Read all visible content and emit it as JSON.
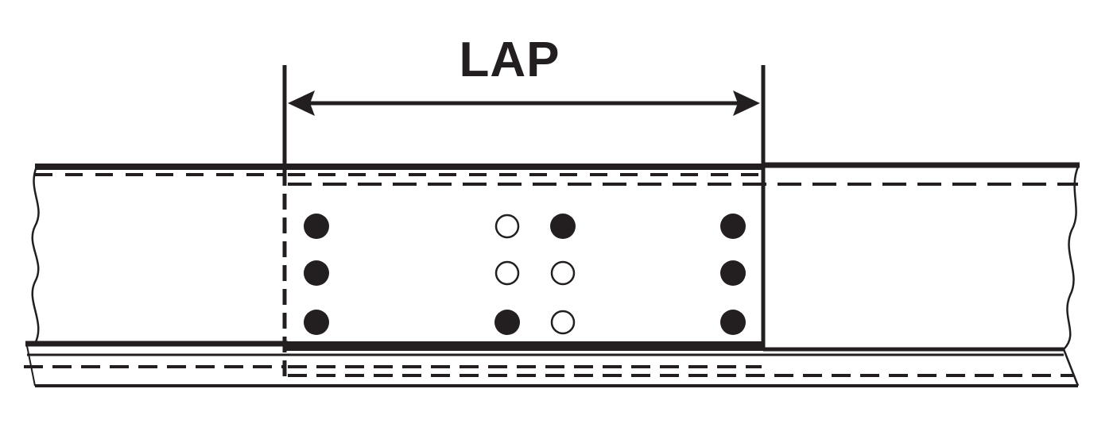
{
  "diagram": {
    "dimension_label": "LAP",
    "colors": {
      "line": "#231f20",
      "background": "#ffffff"
    },
    "bolt_rows": 3,
    "bolts_per_row": [
      [
        "filled",
        "hollow",
        "filled",
        "filled"
      ],
      [
        "filled",
        "hollow",
        "hollow",
        "filled"
      ],
      [
        "filled",
        "filled",
        "hollow",
        "filled"
      ]
    ]
  }
}
